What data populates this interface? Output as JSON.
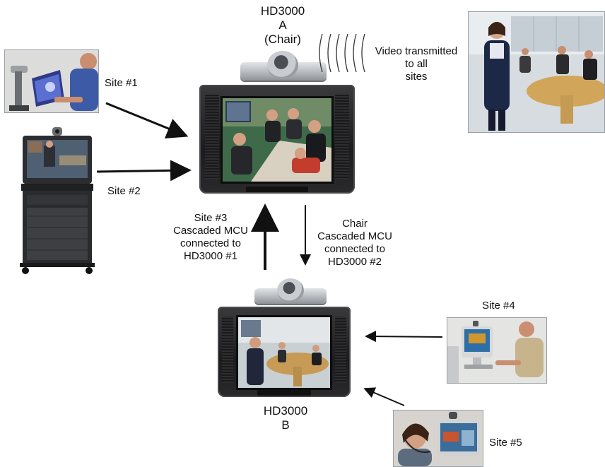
{
  "units": {
    "a": {
      "name": "HD3000",
      "id": "A",
      "role": "(Chair)"
    },
    "b": {
      "name": "HD3000",
      "id": "B"
    }
  },
  "annotations": {
    "video": [
      "Video transmitted",
      "to all",
      "sites"
    ],
    "site1": "Site #1",
    "site2": "Site #2",
    "site3": [
      "Site #3",
      "Cascaded MCU",
      "connected to",
      "HD3000 #1"
    ],
    "chair": [
      "Chair",
      "Cascaded MCU",
      "connected to",
      "HD3000 #2"
    ],
    "site4": "Site #4",
    "site5": "Site #5"
  },
  "colors": {
    "arrow": "#111111",
    "tv_frame": "#1f1f21",
    "codec": "#c8cbcf"
  },
  "icons": [
    "laptop-user-photo",
    "rollabout-system-photo",
    "tv-monitor",
    "codec-camera",
    "meeting-room-photo",
    "desktop-user-photo",
    "headset-user-photo",
    "wave-lines-icon"
  ]
}
